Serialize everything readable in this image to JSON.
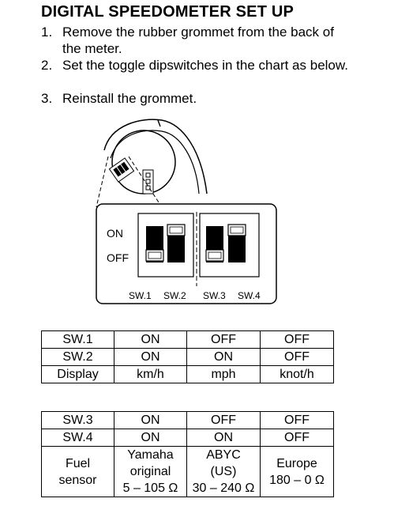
{
  "title": "DIGITAL SPEEDOMETER SET UP",
  "steps": [
    {
      "num": "1.",
      "text": "Remove the rubber grommet from the back of the meter."
    },
    {
      "num": "2.",
      "text": "Set the toggle dipswitches in the chart as below."
    },
    {
      "num": "3.",
      "text": "Reinstall the grommet."
    }
  ],
  "diagram": {
    "on_label": "ON",
    "off_label": "OFF",
    "switch_labels": [
      "SW.1",
      "SW.2",
      "SW.3",
      "SW.4"
    ],
    "switch_states": [
      "OFF",
      "ON",
      "OFF",
      "ON"
    ]
  },
  "table1": {
    "rows": [
      [
        "SW.1",
        "ON",
        "OFF",
        "OFF"
      ],
      [
        "SW.2",
        "ON",
        "ON",
        "OFF"
      ],
      [
        "Display",
        "km/h",
        "mph",
        "knot/h"
      ]
    ]
  },
  "table2": {
    "rows": [
      [
        "SW.3",
        "ON",
        "OFF",
        "OFF"
      ],
      [
        "SW.4",
        "ON",
        "ON",
        "OFF"
      ]
    ],
    "fuel_row": {
      "label": [
        "Fuel",
        "sensor"
      ],
      "yamaha": [
        "Yamaha",
        "original",
        "5 – 105 Ω"
      ],
      "abyc": [
        "ABYC",
        "(US)",
        "30 – 240 Ω"
      ],
      "europe": [
        "Europe",
        "180 – 0 Ω"
      ]
    }
  }
}
